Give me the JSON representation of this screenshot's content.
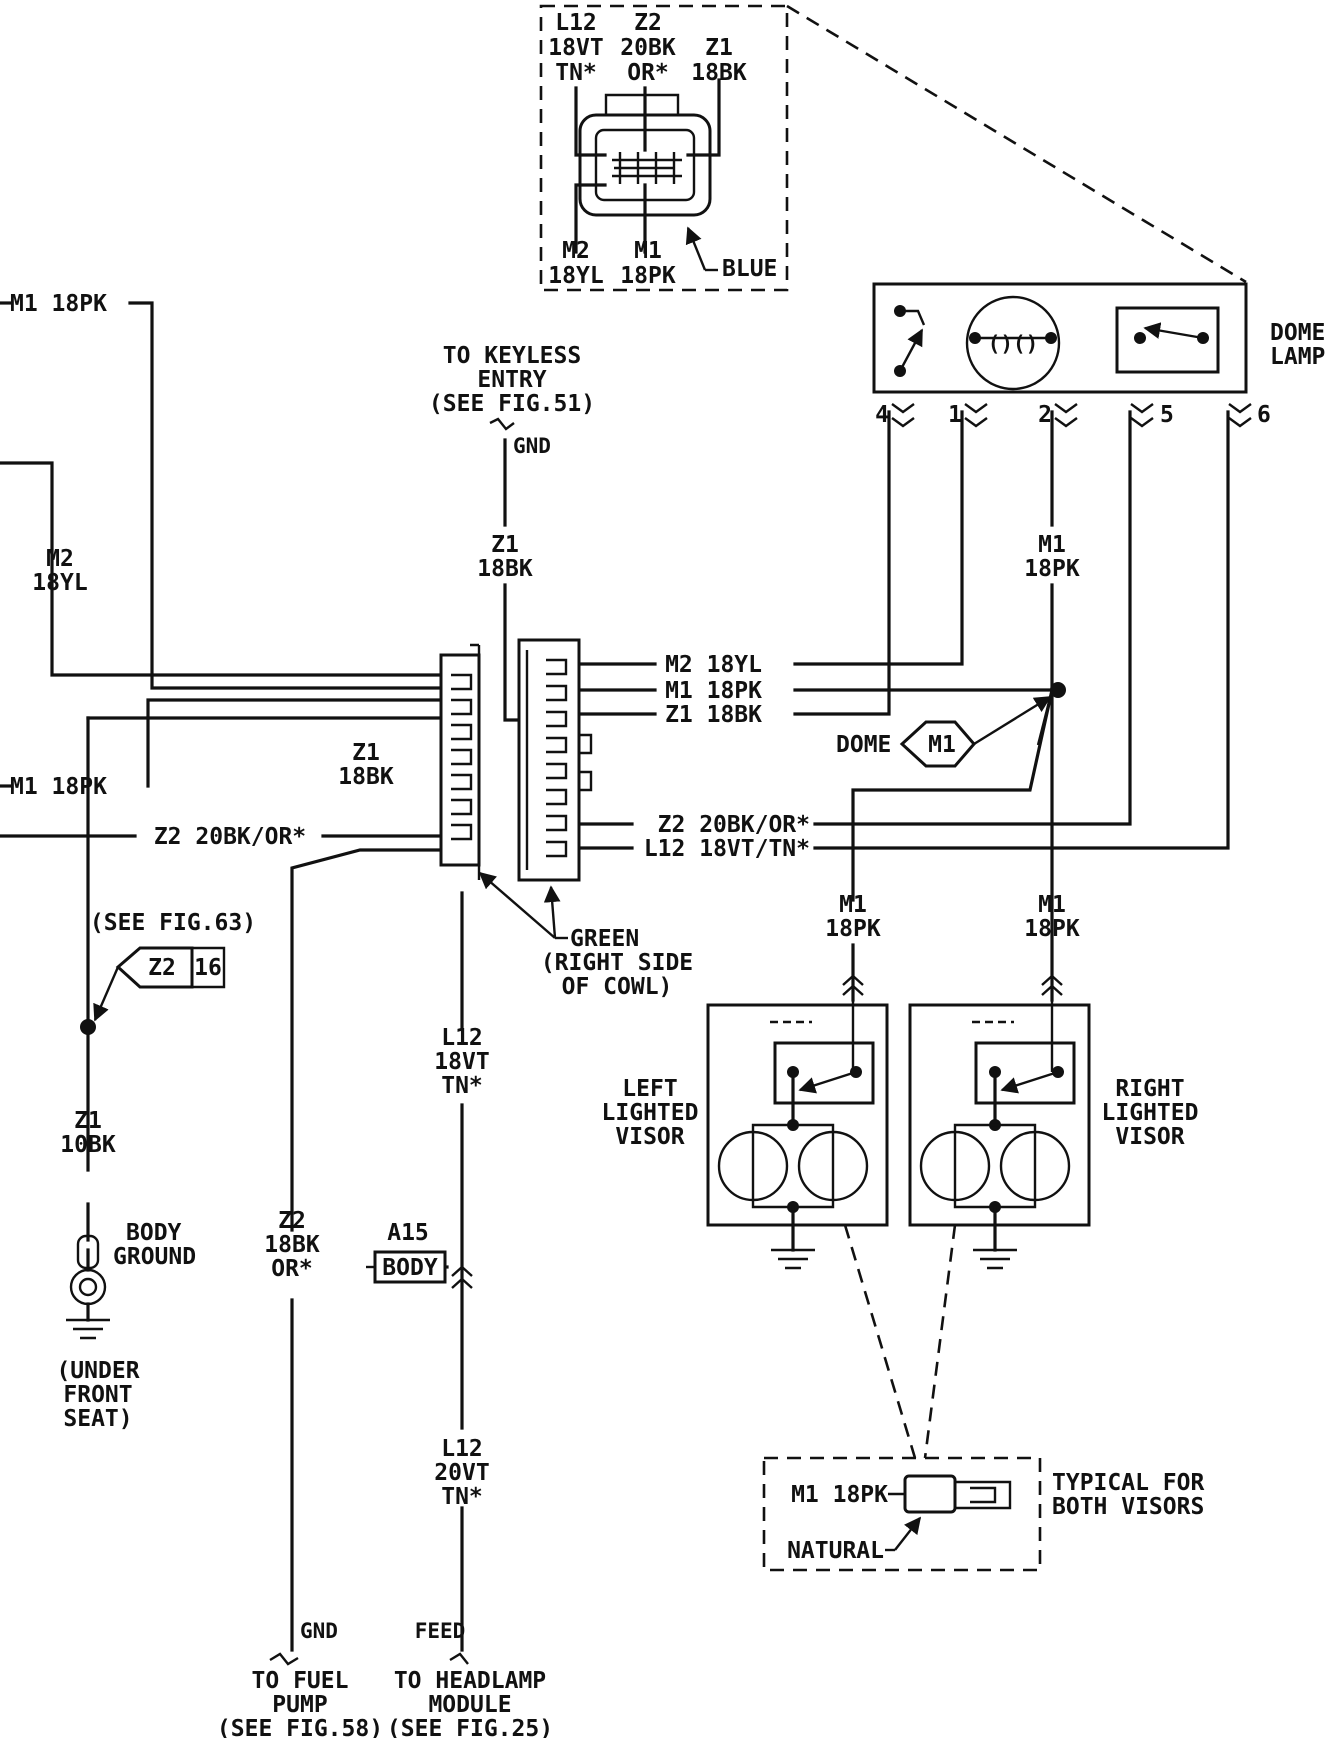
{
  "inset_connector": {
    "top_left": [
      "L12",
      "18VT",
      "TN*"
    ],
    "top_mid": [
      "Z2",
      "20BK",
      "OR*"
    ],
    "top_right": [
      "Z1",
      "18BK"
    ],
    "bottom_left": [
      "M2",
      "18YL"
    ],
    "bottom_mid": [
      "M1",
      "18PK"
    ],
    "color": "BLUE"
  },
  "dome_lamp": {
    "label": [
      "DOME",
      "LAMP"
    ],
    "pins": [
      "4",
      "1",
      "2",
      "5",
      "6"
    ]
  },
  "keyless": {
    "lines": [
      "TO KEYLESS",
      "ENTRY",
      "(SEE FIG.51)"
    ],
    "gnd": "GND",
    "wire": [
      "Z1",
      "18BK"
    ]
  },
  "left_wires": {
    "m1_top": "M1 18PK",
    "m2": [
      "M2",
      "18YL"
    ],
    "m1_mid": "M1 18PK",
    "z1": [
      "Z1",
      "18BK"
    ],
    "z2": "Z2 20BK/OR*"
  },
  "right_wires": {
    "m2": "M2 18YL",
    "m1": "M1 18PK",
    "z1": "Z1 18BK",
    "z2": "Z2 20BK/OR*",
    "l12": "L12 18VT/TN*",
    "m1_dome": [
      "M1",
      "18PK"
    ]
  },
  "dome_splice": {
    "prefix": "DOME",
    "code": "M1"
  },
  "cowl_connector": {
    "lines": [
      "GREEN",
      "(RIGHT SIDE",
      "OF COWL)"
    ]
  },
  "fig63": {
    "ref": "(SEE FIG.63)",
    "code": "Z2",
    "num": "16"
  },
  "ground": {
    "wire": [
      "Z1",
      "10BK"
    ],
    "label": [
      "BODY",
      "GROUND"
    ],
    "location": [
      "(UNDER",
      "FRONT",
      "SEAT)"
    ]
  },
  "fuel_pump": {
    "wire": [
      "Z2",
      "18BK",
      "OR*"
    ],
    "gnd": "GND",
    "lines": [
      "TO FUEL",
      "PUMP",
      "(SEE FIG.58)"
    ]
  },
  "headlamp": {
    "wire_top": [
      "L12",
      "18VT",
      "TN*"
    ],
    "body_label": "A15",
    "body_box": "BODY",
    "wire_bottom": [
      "L12",
      "20VT",
      "TN*"
    ],
    "feed": "FEED",
    "lines": [
      "TO HEADLAMP",
      "MODULE",
      "(SEE FIG.25)"
    ]
  },
  "visors": {
    "left_wire": [
      "M1",
      "18PK"
    ],
    "right_wire": [
      "M1",
      "18PK"
    ],
    "left_label": [
      "LEFT",
      "LIGHTED",
      "VISOR"
    ],
    "right_label": [
      "RIGHT",
      "LIGHTED",
      "VISOR"
    ]
  },
  "visor_connector": {
    "wire": "M1 18PK",
    "color": "NATURAL",
    "note": [
      "TYPICAL FOR",
      "BOTH VISORS"
    ]
  }
}
